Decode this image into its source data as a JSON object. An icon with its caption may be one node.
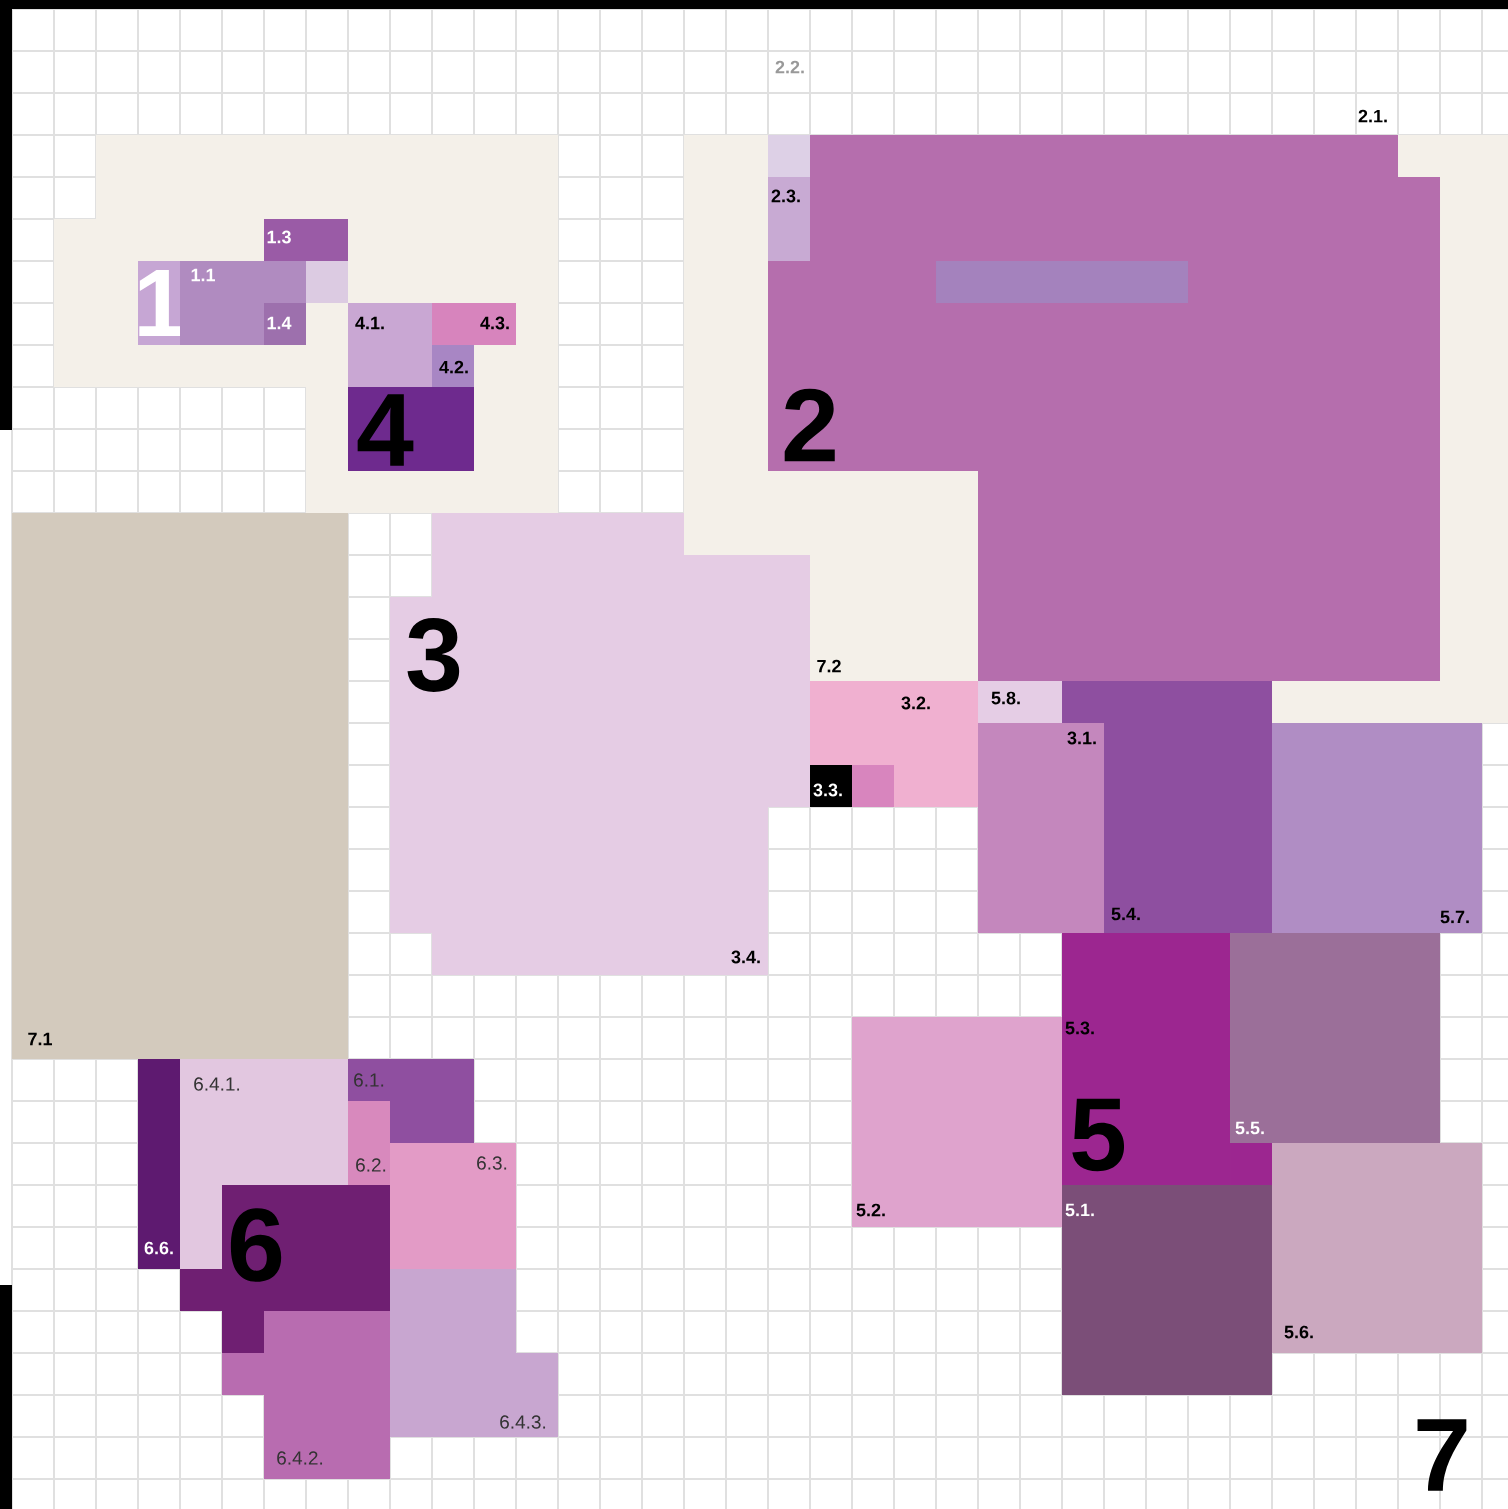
{
  "diagram": {
    "nodes": [
      {
        "text": [
          "1"
        ]
      },
      {
        "text": [
          "1.1"
        ]
      },
      {
        "text": [
          "1.3"
        ]
      },
      {
        "text": [
          "1.4"
        ]
      },
      {
        "text": [
          "4.1."
        ]
      },
      {
        "text": [
          "4.3."
        ]
      },
      {
        "text": [
          "4.2."
        ]
      },
      {
        "text": [
          "4"
        ]
      },
      {
        "text": [
          "2.1.",
          "2"
        ]
      },
      {
        "text": [
          "2.3."
        ],
        "in": 8
      },
      {
        "text": [
          "3",
          "3.4."
        ]
      },
      {
        "text": [
          "3.2."
        ]
      },
      {
        "text": [
          "3.3."
        ],
        "in": 11
      },
      {
        "text": [
          "5.8."
        ]
      },
      {
        "text": [
          "3.1."
        ]
      },
      {
        "text": [
          "5.4."
        ]
      },
      {
        "text": [
          "5.7."
        ]
      },
      {
        "text": [
          "5.3.",
          "5"
        ]
      },
      {
        "text": [
          "5.5."
        ]
      },
      {
        "text": [
          "5.2."
        ]
      },
      {
        "text": [
          "5.1."
        ]
      },
      {
        "text": [
          "5.6."
        ]
      },
      {
        "text": [
          "7.1"
        ]
      },
      {
        "text": [
          "6.4.1."
        ]
      },
      {
        "text": [
          "6.1."
        ]
      },
      {
        "text": [
          "6.2."
        ]
      },
      {
        "text": [
          "6.3."
        ]
      },
      {
        "text": [
          "6.6."
        ]
      },
      {
        "text": [
          "6"
        ]
      },
      {
        "text": [
          "6.4.2."
        ]
      },
      {
        "text": [
          "6.4.3."
        ]
      }
    ],
    "labels": [
      "2.2.",
      "7.2",
      "7"
    ]
  }
}
